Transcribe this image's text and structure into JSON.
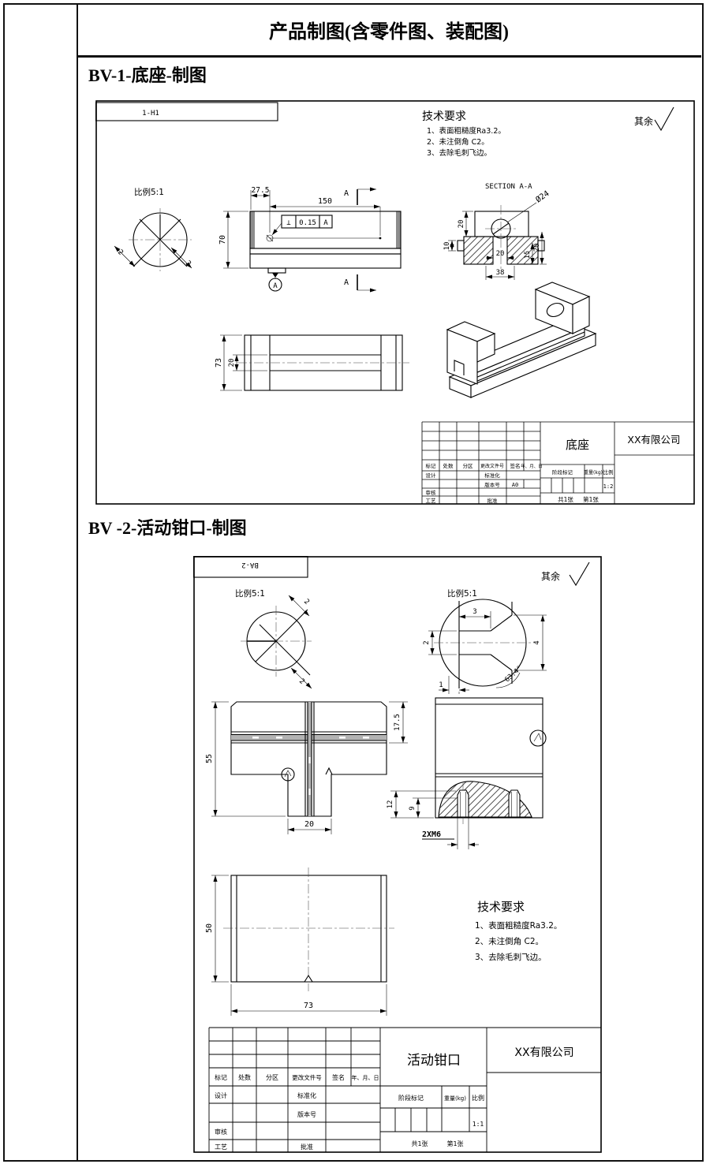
{
  "page": {
    "title": "产品制图(含零件图、装配图)",
    "sections": [
      {
        "title": "BV-1-底座-制图"
      },
      {
        "title": "BV -2-活动钳口-制图"
      }
    ]
  },
  "tech": {
    "title": "技术要求",
    "l1": "1、表面粗糙度Ra3.2。",
    "l2": "2、未注倒角 C2。",
    "l3": "3、去除毛刺飞边。"
  },
  "notes": {
    "rest": "其余",
    "scale51": "比例5:1"
  },
  "tb": {
    "company": "XX有限公司",
    "mark": "标记",
    "qty": "处数",
    "zone": "分区",
    "doc": "更改文件号",
    "sign": "签名",
    "date": "年、月、日",
    "design": "设计",
    "std": "标准化",
    "ver": "版本号",
    "review": "审核",
    "proc": "工艺",
    "appr": "批准",
    "stage": "阶段标记",
    "weight": "重量(kg)",
    "scale": "比例",
    "sheets": "共1张",
    "sheetno": "第1张"
  },
  "d1": {
    "label": "1-H1",
    "name": "底座",
    "scale": "1:2",
    "ver": "A0",
    "section": "SECTION A-A",
    "cut": "A",
    "datum": "A",
    "fcf": {
      "sym": "⊥",
      "val": "0.15",
      "datum": "A"
    },
    "dims": {
      "g1": "2",
      "g2": "2",
      "d27_5": "27.5",
      "d150": "150",
      "d70": "70",
      "dia24": "Ø24",
      "d20top": "20",
      "d10": "10",
      "d20slot": "20",
      "d38": "38",
      "d15": "15",
      "d20r": "20",
      "d73": "73",
      "d20side": "20"
    }
  },
  "d2": {
    "label": "BA-2",
    "name": "活动钳口",
    "scale": "1:1",
    "dims": {
      "g1": "2",
      "g2": "2",
      "d3": "3",
      "d2": "2",
      "d4": "4",
      "d1": "1",
      "ang": "63.4°",
      "d55": "55",
      "d17_5": "17.5",
      "d20": "20",
      "d12": "12",
      "d9": "9",
      "thread": "2XM6",
      "d50": "50",
      "d73": "73"
    }
  }
}
